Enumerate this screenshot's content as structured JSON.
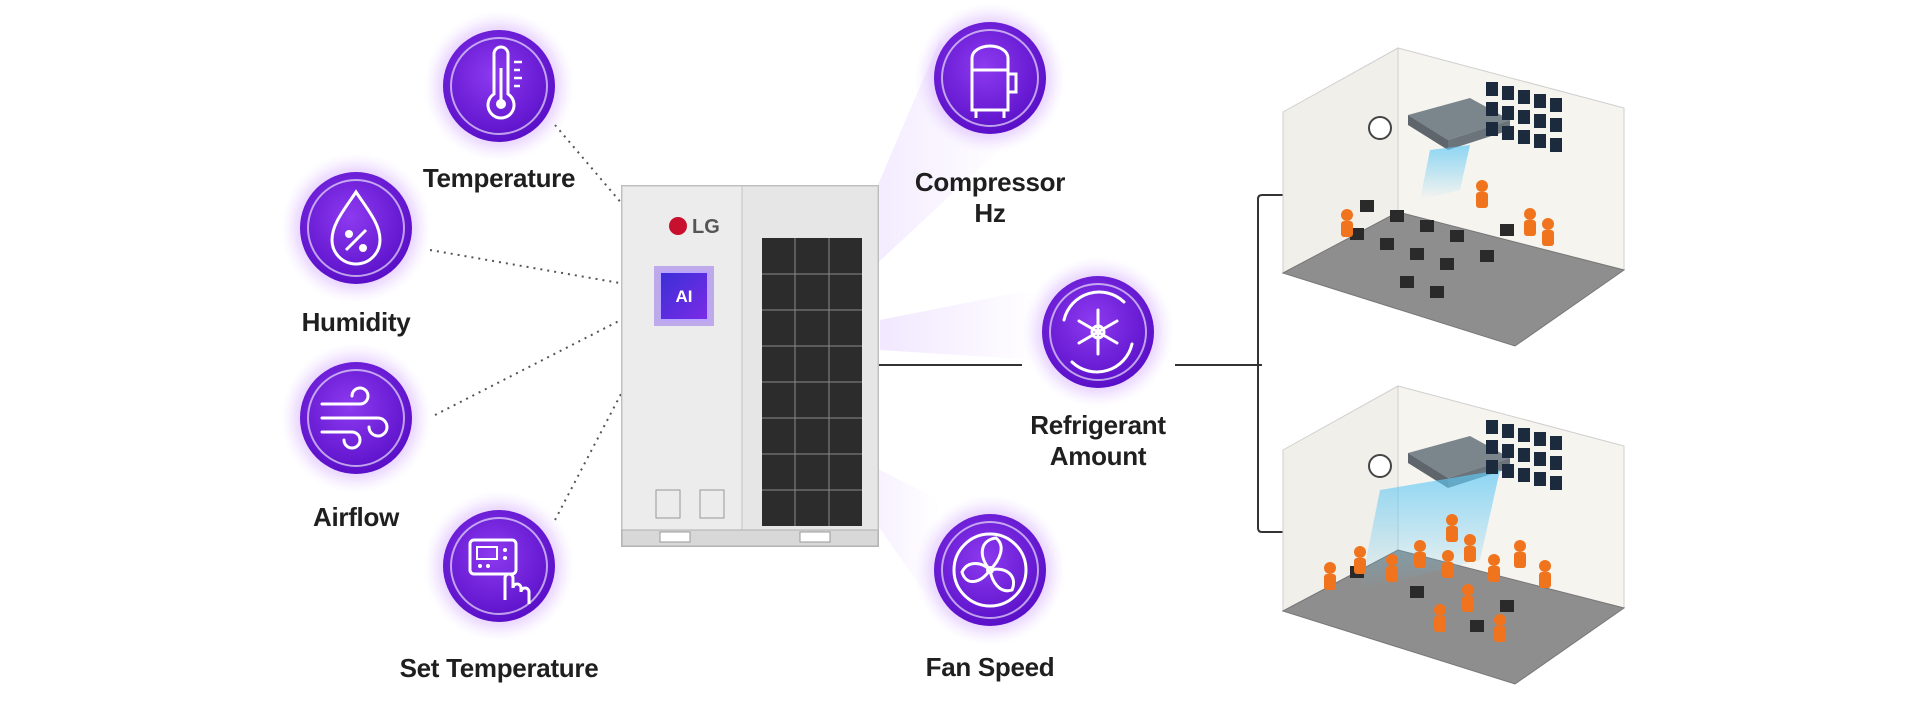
{
  "sensors": [
    {
      "id": "temperature",
      "label": "Temperature",
      "icon": "thermometer-icon"
    },
    {
      "id": "humidity",
      "label": "Humidity",
      "icon": "humidity-drop-icon"
    },
    {
      "id": "airflow",
      "label": "Airflow",
      "icon": "airflow-wind-icon"
    },
    {
      "id": "set_temperature",
      "label": "Set Temperature",
      "icon": "thermostat-touch-icon"
    }
  ],
  "outputs": [
    {
      "id": "compressor",
      "label": "Compressor\nHz",
      "icon": "compressor-icon"
    },
    {
      "id": "refrigerant",
      "label": "Refrigerant\nAmount",
      "icon": "refrigerant-snowflake-icon"
    },
    {
      "id": "fan",
      "label": "Fan Speed",
      "icon": "fan-icon"
    }
  ],
  "unit": {
    "brand": "LG",
    "chip": "AI"
  },
  "rooms": [
    {
      "id": "room-low-occupancy",
      "icon": "classroom-low-occupancy-illustration"
    },
    {
      "id": "room-high-occupancy",
      "icon": "classroom-high-occupancy-illustration"
    }
  ],
  "colors": {
    "accent": "#7a22e6",
    "accent_dark": "#5b12c4",
    "occupant": "#f0741e",
    "text": "#1f1f1f"
  }
}
